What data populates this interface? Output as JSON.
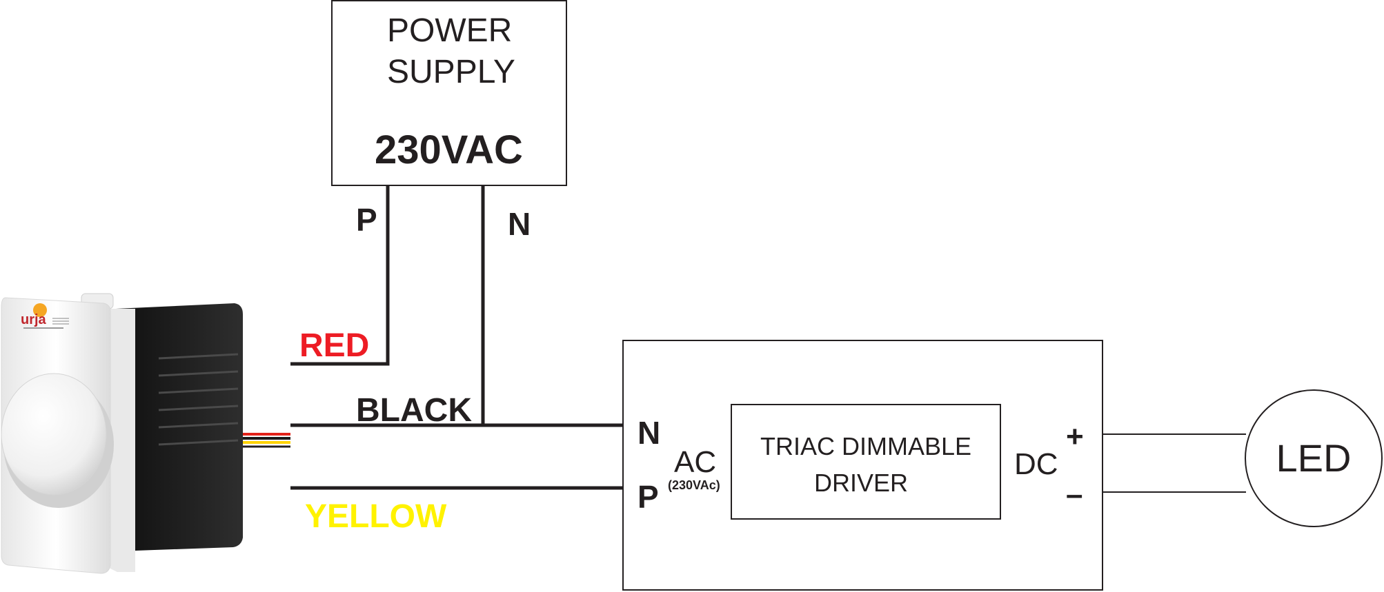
{
  "power_supply": {
    "line1": "POWER",
    "line2": "SUPPLY",
    "voltage": "230VAC",
    "terminal_p": "P",
    "terminal_n": "N"
  },
  "wires": {
    "red": "RED",
    "black": "BLACK",
    "yellow": "YELLOW"
  },
  "driver": {
    "input_n": "N",
    "input_p": "P",
    "input_type": "AC",
    "input_rating": "(230VAc)",
    "inner_line1": "TRIAC DIMMABLE",
    "inner_line2": "DRIVER",
    "output_type": "DC",
    "output_plus": "+",
    "output_minus": "–"
  },
  "load": {
    "label": "LED"
  },
  "dimmer": {
    "brand_text": "urja"
  },
  "colors": {
    "line": "#231f20",
    "red_label": "#ed1c24",
    "yellow_label": "#fff200",
    "dimmer_body": "#f4f4f4",
    "dimmer_heatsink": "#1c1c1c"
  }
}
